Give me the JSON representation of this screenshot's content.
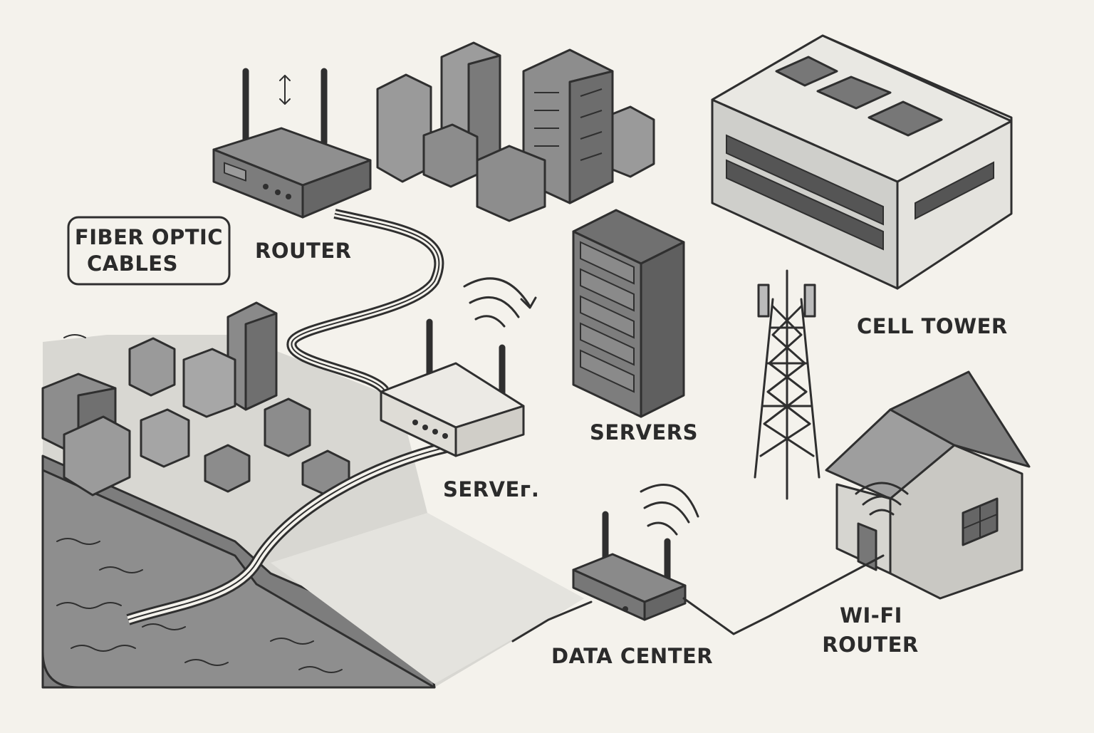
{
  "labels": {
    "fiber_optic_line1": "FIBER OPTIC",
    "fiber_optic_line2": "CABLES",
    "router": "ROUTER",
    "servers": "SERVERS",
    "server": "SERVEᴦ.",
    "cell_tower": "CELL TOWER",
    "data_center": "DATA CENTER",
    "wifi_router_line1": "WI-FI",
    "wifi_router_line2": "ROUTER"
  },
  "colors": {
    "background": "#f4f2ec",
    "ink": "#2f2f2f",
    "dark_fill": "#6f6f6f",
    "mid_fill": "#9a9a9a",
    "light_fill": "#c9c9c6",
    "pale_fill": "#e2e1dc",
    "water": "#8b8b8b"
  }
}
